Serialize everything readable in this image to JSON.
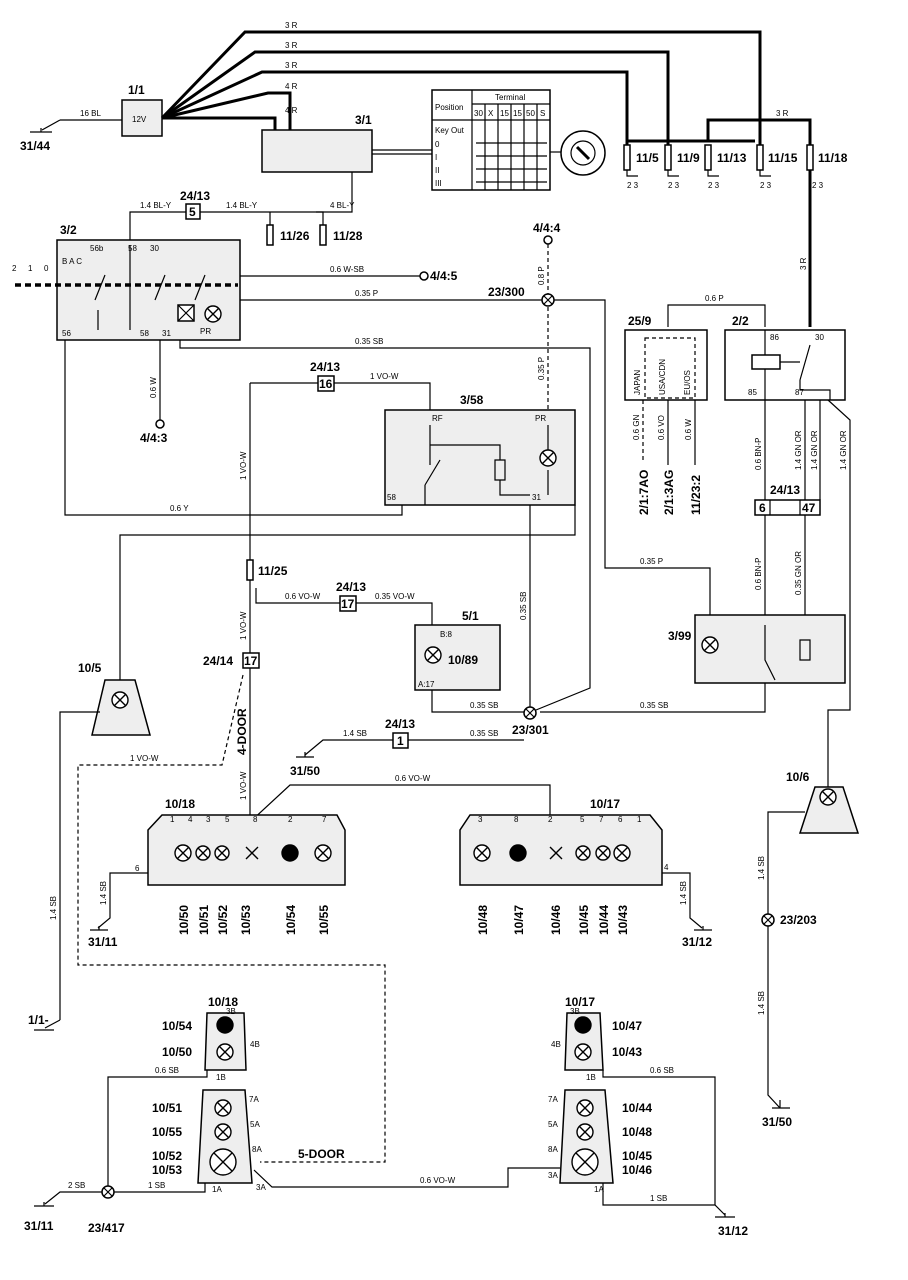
{
  "components": {
    "battery": "1/1",
    "battery_voltage": "12V",
    "ground_31_44": "31/44",
    "ignition_switch": "3/1",
    "light_switch": "3/2",
    "fuse_11_5": "11/5",
    "fuse_11_9": "11/9",
    "fuse_11_13": "11/13",
    "fuse_11_15": "11/15",
    "fuse_11_18": "11/18",
    "fuse_11_26": "11/26",
    "fuse_11_28": "11/28",
    "fuse_11_25": "11/25",
    "connector_24_13_a": "24/13",
    "connector_24_13_a_pin": "5",
    "connector_24_13_b": "24/13",
    "connector_24_13_b_pin": "16",
    "connector_24_13_c": "24/13",
    "connector_24_13_c_pin_a": "6",
    "connector_24_13_c_pin_b": "47",
    "connector_24_13_d": "24/13",
    "connector_24_13_d_pin": "17",
    "connector_24_13_e": "24/13",
    "connector_24_13_e_pin": "1",
    "connector_24_14": "24/14",
    "connector_24_14_pin": "17",
    "ref_4_4_5": "4/4:5",
    "ref_4_4_4": "4/4:4",
    "ref_4_4_3": "4/4:3",
    "splice_23_300": "23/300",
    "splice_23_301": "23/301",
    "splice_23_203": "23/203",
    "splice_23_417": "23/417",
    "module_25_9": "25/9",
    "module_25_9_japan": "JAPAN",
    "module_25_9_usa": "USA/CDN",
    "module_25_9_eu": "EU/OS",
    "relay_2_2": "2/2",
    "switch_3_58": "3/58",
    "switch_3_99": "3/99",
    "ref_2_1_7ao": "2/1:7AO",
    "ref_2_1_3ag": "2/1:3AG",
    "ref_11_23_2": "11/23:2",
    "lamp_10_5": "10/5",
    "lamp_10_6": "10/6",
    "module_5_1": "5/1",
    "lamp_10_89": "10/89",
    "ground_31_50_a": "31/50",
    "ground_31_50_b": "31/50",
    "ground_31_11_a": "31/11",
    "ground_31_12_a": "31/12",
    "ground_31_11_b": "31/11",
    "ground_31_12_b": "31/12",
    "ref_1_1_minus": "1/1-",
    "tail_left": "10/18",
    "tail_right": "10/17",
    "tail_left_b": "10/18",
    "tail_right_b": "10/17",
    "four_door": "4-DOOR",
    "five_door": "5-DOOR"
  },
  "position_table": {
    "position_header": "Position",
    "terminal_header": "Terminal",
    "columns": [
      "30",
      "X",
      "15",
      "15",
      "50",
      "S"
    ],
    "rows": [
      "Key Out",
      "0",
      "I",
      "II",
      "III"
    ]
  },
  "switch_3_2_terms": {
    "positions": [
      "2",
      "1",
      "0"
    ],
    "bac": "B A C",
    "t56b": "56b",
    "t58_top": "58",
    "t30": "30",
    "t56": "56",
    "t58": "58",
    "t31": "31",
    "pr": "PR"
  },
  "relay_terms": {
    "t86": "86",
    "t30": "30",
    "t85": "85",
    "t87": "87"
  },
  "switch_3_58_terms": {
    "rf": "RF",
    "pr": "PR",
    "t58": "58",
    "t31": "31"
  },
  "module_5_1_terms": {
    "b8": "B:8",
    "a17": "A:17"
  },
  "wires": {
    "w3r_1": "3 R",
    "w3r_2": "3 R",
    "w3r_3": "3 R",
    "w4r_1": "4 R",
    "w4r_2": "4 R",
    "w3r_4": "3 R",
    "w3r_5": "3 R",
    "w16bl": "16 BL",
    "w14bly_1": "1.4 BL-Y",
    "w14bly_2": "1.4 BL-Y",
    "w4bly": "4 BL-Y",
    "w06wsb": "0.6 W-SB",
    "w035p_1": "0.35 P",
    "w08p": "0.8 P",
    "w035p_2": "0.35 P",
    "w035sb_1": "0.35 SB",
    "w06w": "0.6 W",
    "w1vow_1": "1 VO-W",
    "w1vow_2": "1 VO-W",
    "w06y": "0.6 Y",
    "w06p": "0.6 P",
    "w06gn": "0.6 GN",
    "w06vo": "0.6 VO",
    "w06w_2": "0.6 W",
    "w06bnp_1": "0.6 BN-P",
    "w14gnor_1": "1.4 GN OR",
    "w14gnor_2": "1.4 GN OR",
    "w14gnor_3": "1.4 GN OR",
    "w035p_3": "0.35 P",
    "w06bnp_2": "0.6 BN-P",
    "w035gnor": "0.35 GN OR",
    "w035sb_2": "0.35 SB",
    "w06vow_1": "0.6 VO-W",
    "w035vow": "0.35 VO-W",
    "w1vow_3": "1 VO-W",
    "w035sb_3": "0.35 SB",
    "w035sb_4": "0.35 SB",
    "w035sb_5": "0.35 SB",
    "w14sb_1": "1.4 SB",
    "w1vow_4": "1 VO-W",
    "w1vow_4door": "1 VO-W",
    "w06vow_2": "0.6 VO-W",
    "w14sb_2": "1.4 SB",
    "w14sb_3": "1.4 SB",
    "w14sb_4": "1.4 SB",
    "w14sb_5": "1.4 SB",
    "w14sb_6": "1.4 SB",
    "w06sb_1": "0.6 SB",
    "w06sb_2": "0.6 SB",
    "w2sb": "2 SB",
    "w1sb_1": "1 SB",
    "w1sb_2": "1 SB",
    "w06vow_3": "0.6 VO-W"
  },
  "tail_left_lamps": [
    "10/50",
    "10/51",
    "10/52",
    "10/53",
    "10/54",
    "10/55"
  ],
  "tail_left_pins": [
    "1",
    "4",
    "3",
    "5",
    "8",
    "2",
    "7",
    "6"
  ],
  "tail_right_lamps": [
    "10/48",
    "10/47",
    "10/46",
    "10/45",
    "10/44",
    "10/43"
  ],
  "tail_right_pins": [
    "3",
    "8",
    "2",
    "5",
    "7",
    "6",
    "1",
    "4"
  ],
  "five_door_left": {
    "upper": [
      "10/54",
      "10/50"
    ],
    "upper_pins": [
      "3B",
      "4B",
      "1B"
    ],
    "lower": [
      "10/51",
      "10/55",
      "10/52",
      "10/53"
    ],
    "lower_pins": [
      "7A",
      "5A",
      "8A",
      "3A",
      "1A"
    ]
  },
  "five_door_right": {
    "upper": [
      "10/47",
      "10/43"
    ],
    "upper_pins": [
      "3B",
      "4B",
      "1B"
    ],
    "lower": [
      "10/44",
      "10/48",
      "10/45",
      "10/46"
    ],
    "lower_pins": [
      "7A",
      "5A",
      "8A",
      "3A",
      "1A"
    ]
  }
}
